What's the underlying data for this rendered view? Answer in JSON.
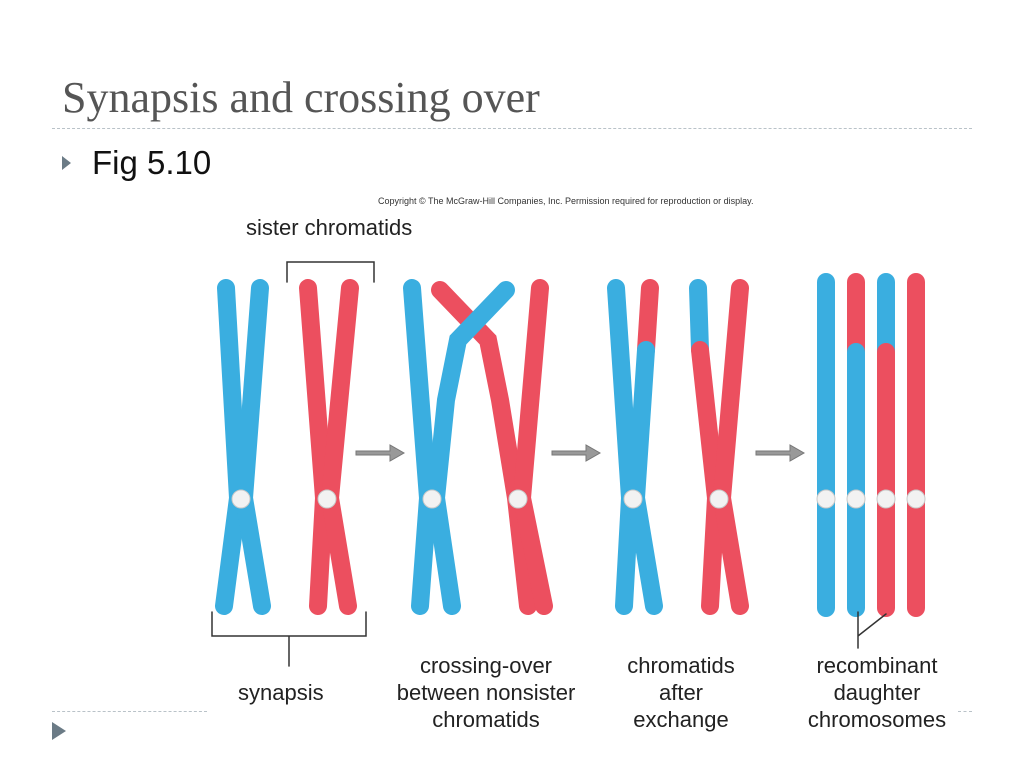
{
  "slide": {
    "title": "Synapsis and crossing over",
    "bullet": "Fig 5.10",
    "copyright": "Copyright © The McGraw-Hill Companies, Inc. Permission required for reproduction or display."
  },
  "labels": {
    "sister_chromatids": "sister chromatids",
    "synapsis": "synapsis",
    "crossing_over": [
      "crossing-over",
      "between nonsister",
      "chromatids"
    ],
    "after_exchange": [
      "chromatids",
      "after",
      "exchange"
    ],
    "recombinant": [
      "recombinant",
      "daughter",
      "chromosomes"
    ]
  },
  "colors": {
    "blue": "#3aaee0",
    "red": "#ec4f5f",
    "centromere": "#f2f2f2",
    "arrow": "#888888",
    "rule": "#b9c2c8"
  }
}
